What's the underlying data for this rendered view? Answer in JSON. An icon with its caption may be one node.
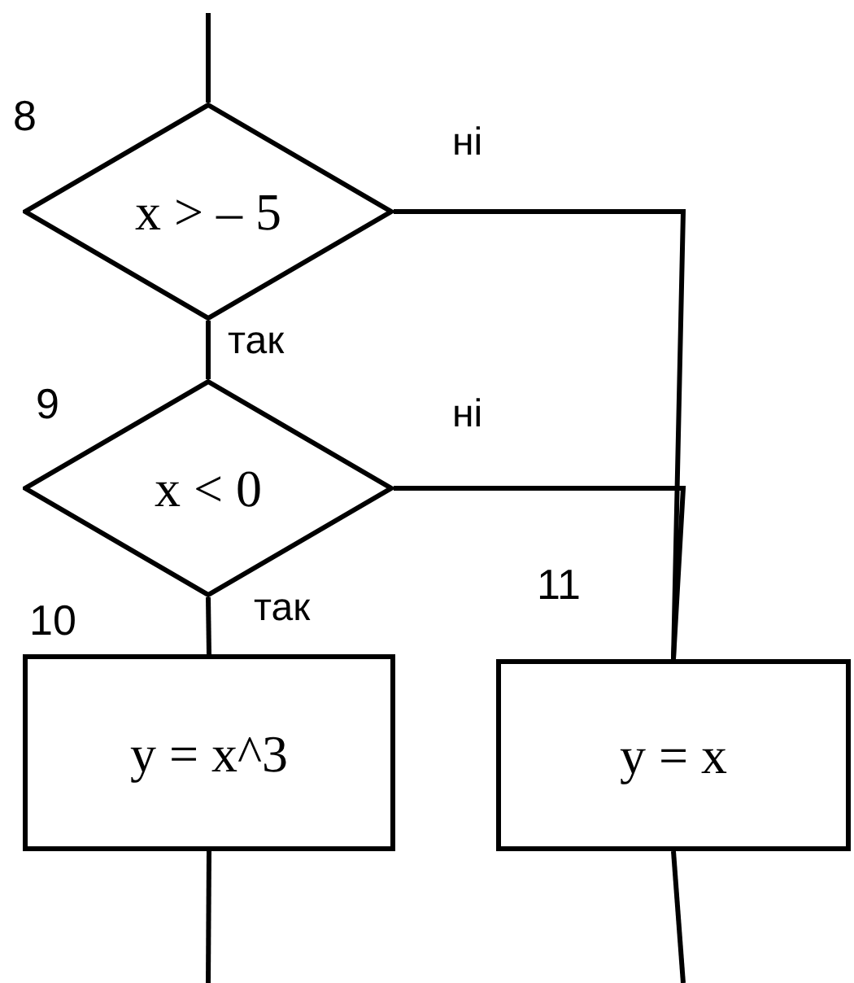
{
  "diagram": {
    "nodes": [
      {
        "text": [
          "x > – 5"
        ],
        "beside": [
          "8"
        ]
      },
      {
        "text": [
          "x < 0"
        ],
        "beside": [
          "9"
        ]
      },
      {
        "text": [
          "y = x^3"
        ],
        "beside": [
          "10"
        ]
      },
      {
        "text": [
          "y = x"
        ],
        "beside": [
          "11"
        ]
      }
    ],
    "edges": [
      {
        "from": null,
        "to": 0,
        "arrow": "none"
      },
      {
        "from": 0,
        "to": 1,
        "arrow": "none",
        "label": "так"
      },
      {
        "from": 0,
        "to": 3,
        "arrow": "none",
        "label": "ні"
      },
      {
        "from": 1,
        "to": 3,
        "arrow": "none",
        "label": "ні"
      },
      {
        "from": 1,
        "to": 2,
        "arrow": "none",
        "label": "так"
      },
      {
        "from": 2,
        "to": null,
        "arrow": "none"
      },
      {
        "from": 3,
        "to": null,
        "arrow": "none"
      }
    ]
  }
}
